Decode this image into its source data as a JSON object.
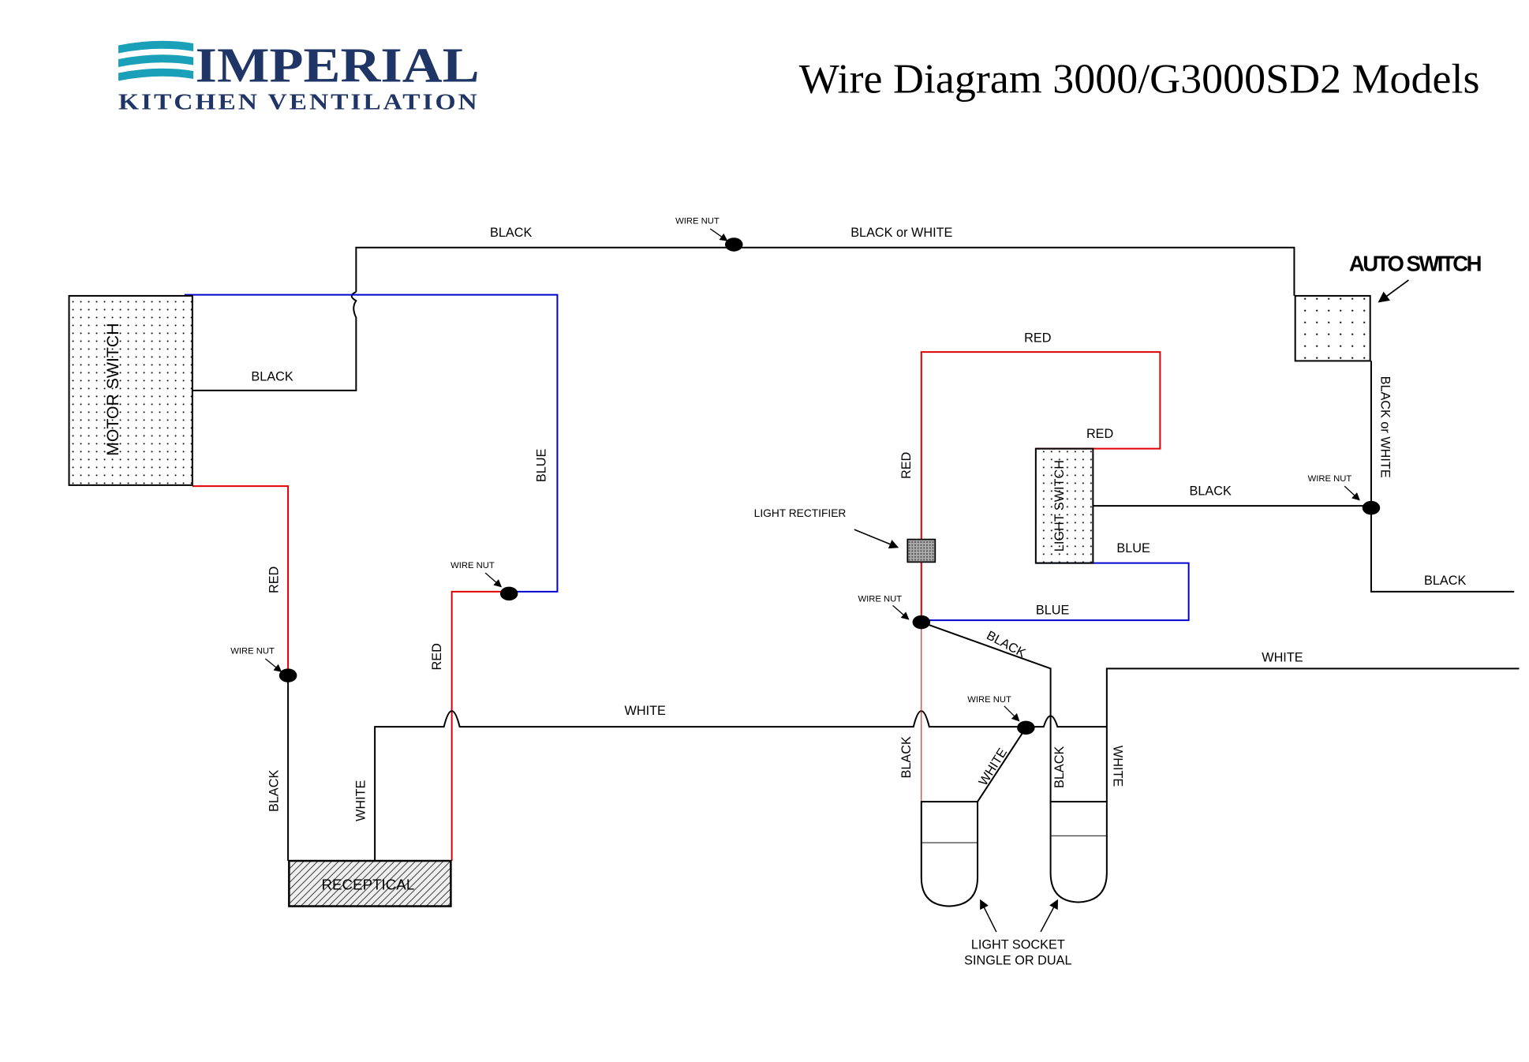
{
  "logo": {
    "brand": "IMPERIAL",
    "tagline": "KITCHEN VENTILATION",
    "color": "#1f3566",
    "wave_color": "#1aa0b8"
  },
  "title": "Wire Diagram 3000/G3000SD2 Models",
  "components": {
    "motor_switch": "MOTOR SWITCH",
    "receptical": "RECEPTICAL",
    "light_switch": "LIGHT SWITCH",
    "auto_switch": "AUTO SWITCH",
    "light_rectifier": "LIGHT RECTIFIER",
    "light_socket_line1": "LIGHT SOCKET",
    "light_socket_line2": "SINGLE OR DUAL"
  },
  "wire_nut_label": "WIRE NUT",
  "wire_labels": {
    "top_black": "BLACK",
    "top_black_or_white": "BLACK or WHITE",
    "motor_black": "BLACK",
    "blue_vertical": "BLUE",
    "motor_red": "RED",
    "motor_black_down": "BLACK",
    "receptical_white": "WHITE",
    "receptical_red": "RED",
    "main_white": "WHITE",
    "red_top": "RED",
    "red_switch": "RED",
    "red_vertical": "RED",
    "switch_black": "BLACK",
    "switch_blue": "BLUE",
    "blue_lower": "BLUE",
    "diag_black": "BLACK",
    "auto_black_or_white": "BLACK or WHITE",
    "auto_black": "BLACK",
    "right_white": "WHITE",
    "socket1_black": "BLACK",
    "socket1_white": "WHITE",
    "socket2_black": "BLACK",
    "socket2_white": "WHITE"
  },
  "wire_colors": {
    "black": "#000000",
    "red": "#e00000",
    "blue": "#0000d0"
  }
}
